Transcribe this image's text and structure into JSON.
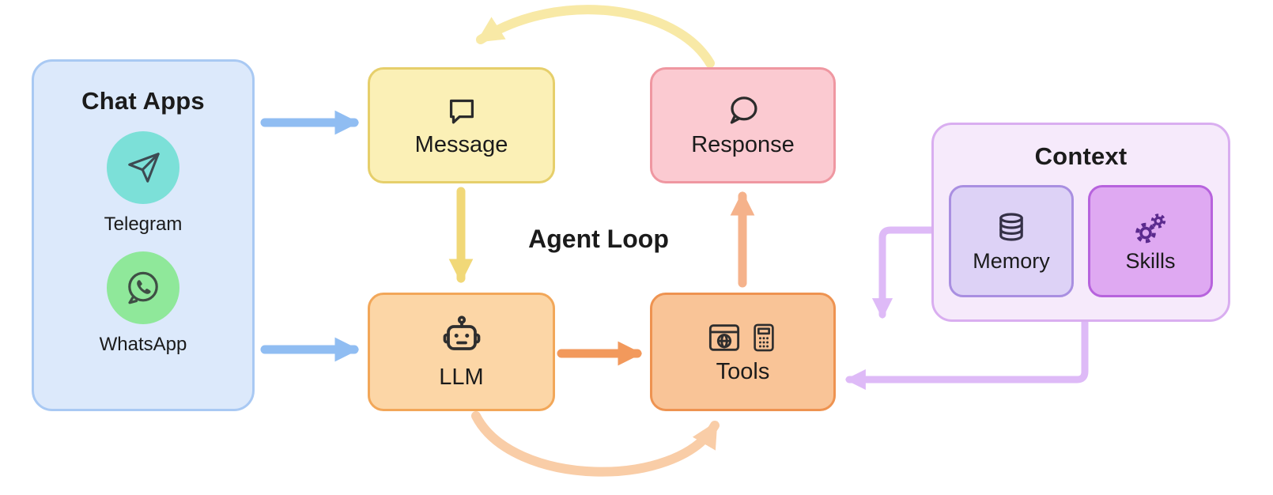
{
  "diagram": {
    "center_label": "Agent Loop",
    "chat_apps": {
      "title": "Chat Apps",
      "items": [
        {
          "label": "Telegram",
          "icon": "telegram-icon",
          "circle_color": "#7ce0d8"
        },
        {
          "label": "WhatsApp",
          "icon": "whatsapp-icon",
          "circle_color": "#8fe89a"
        }
      ]
    },
    "nodes": {
      "message": {
        "label": "Message",
        "icon": "message-bubble-icon",
        "fill": "#fbf0b6",
        "border": "#e6cf6b"
      },
      "response": {
        "label": "Response",
        "icon": "response-bubble-icon",
        "fill": "#fbcad1",
        "border": "#ef97a1"
      },
      "llm": {
        "label": "LLM",
        "icon": "robot-icon",
        "fill": "#fcd6a6",
        "border": "#f2a759"
      },
      "tools": {
        "label": "Tools",
        "icon": "browser-icon calculator-icon",
        "fill": "#f9c497",
        "border": "#ee9351"
      }
    },
    "context": {
      "title": "Context",
      "fill": "#f6eafb",
      "border": "#d9aef0",
      "items": [
        {
          "label": "Memory",
          "icon": "database-icon",
          "fill": "#ddd2f6",
          "border": "#a98fe1"
        },
        {
          "label": "Skills",
          "icon": "gears-icon",
          "fill": "#dfa9f2",
          "border": "#b763dd"
        }
      ]
    },
    "arrows": {
      "chat_to_message": "#90bdf2",
      "chat_to_llm": "#90bdf2",
      "message_to_llm": "#f1d878",
      "llm_to_tools": "#f2995c",
      "tools_to_response": "#f5b28b",
      "response_to_message_curve": "#f8e9a6",
      "llm_to_tools_curve": "#f9cda7",
      "context_to_tools_top": "#debaf7",
      "context_to_tools_right": "#debaf7"
    }
  }
}
